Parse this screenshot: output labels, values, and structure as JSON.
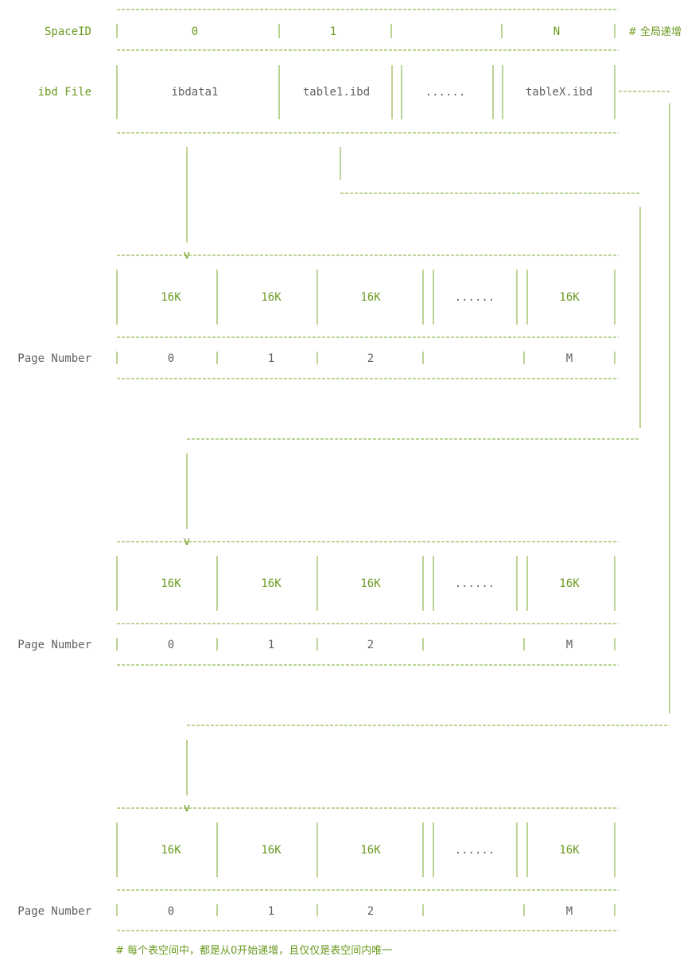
{
  "rows": {
    "space_id_label": "SpaceID",
    "ibd_file_label": "ibd File",
    "page_number_label": "Page Number"
  },
  "space_ids": [
    "0",
    "1",
    "",
    "N"
  ],
  "space_id_comment": "# 全局递增",
  "ibd_files": [
    "ibdata1",
    "table1.ibd",
    "......",
    "tableX.ibd"
  ],
  "page_size": "16K",
  "page_ellipsis": "......",
  "page_numbers": [
    "0",
    "1",
    "2",
    "",
    "M"
  ],
  "footer_comment": "# 每个表空间中，都是从0开始递增，且仅仅是表空间内唯一"
}
